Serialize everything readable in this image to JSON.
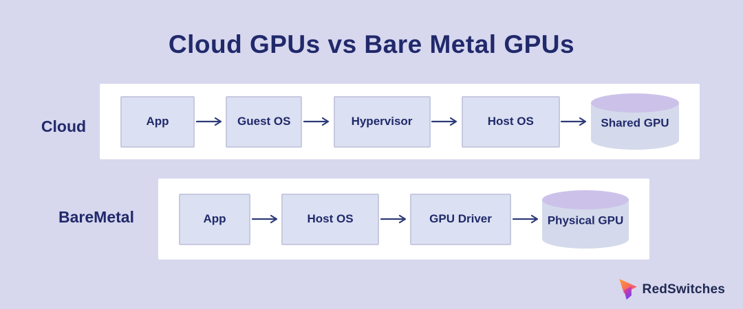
{
  "title": "Cloud GPUs vs Bare Metal GPUs",
  "diagram": {
    "rows": [
      {
        "label": "Cloud",
        "nodes": [
          {
            "label": "App",
            "type": "box"
          },
          {
            "label": "Guest OS",
            "type": "box"
          },
          {
            "label": "Hypervisor",
            "type": "box"
          },
          {
            "label": "Host OS",
            "type": "box"
          },
          {
            "label": "Shared GPU",
            "type": "cylinder"
          }
        ]
      },
      {
        "label": "BareMetal",
        "nodes": [
          {
            "label": "App",
            "type": "box"
          },
          {
            "label": "Host OS",
            "type": "box"
          },
          {
            "label": "GPU Driver",
            "type": "box"
          },
          {
            "label": "Physical GPU",
            "type": "cylinder"
          }
        ]
      }
    ]
  },
  "brand": {
    "name": "RedSwitches"
  },
  "colors": {
    "background": "#d7d7ee",
    "panel": "#ffffff",
    "box_fill": "#dbe0f2",
    "box_border": "#c7c9df",
    "text_navy": "#20296a",
    "arrow": "#2c3a78",
    "cylinder_body": "#d4daeb",
    "cylinder_top": "#ccc2e9",
    "brand_text": "#202a52",
    "logo_orange": "#ff9e2c",
    "logo_pink": "#f23f87",
    "logo_purple": "#7c3aed"
  }
}
